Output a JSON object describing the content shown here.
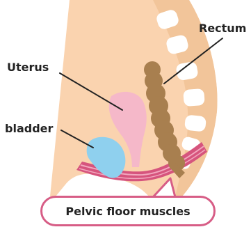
{
  "labels": {
    "rectum": "Rectum",
    "uterus": "Uterus",
    "bladder": "bladder",
    "pelvic_floor": "Pelvic floor muscles"
  },
  "colors": {
    "skin": "#fad3af",
    "spine_band": "#f2c59a",
    "vertebra": "#ffffff",
    "rectum": "#a87f4f",
    "uterus": "#f5b8c9",
    "bladder": "#8fd0ee",
    "muscle": "#d6547d",
    "muscle_stripe": "#f2a8bf",
    "callout_border": "#d75d86",
    "leader_line": "#222222"
  }
}
